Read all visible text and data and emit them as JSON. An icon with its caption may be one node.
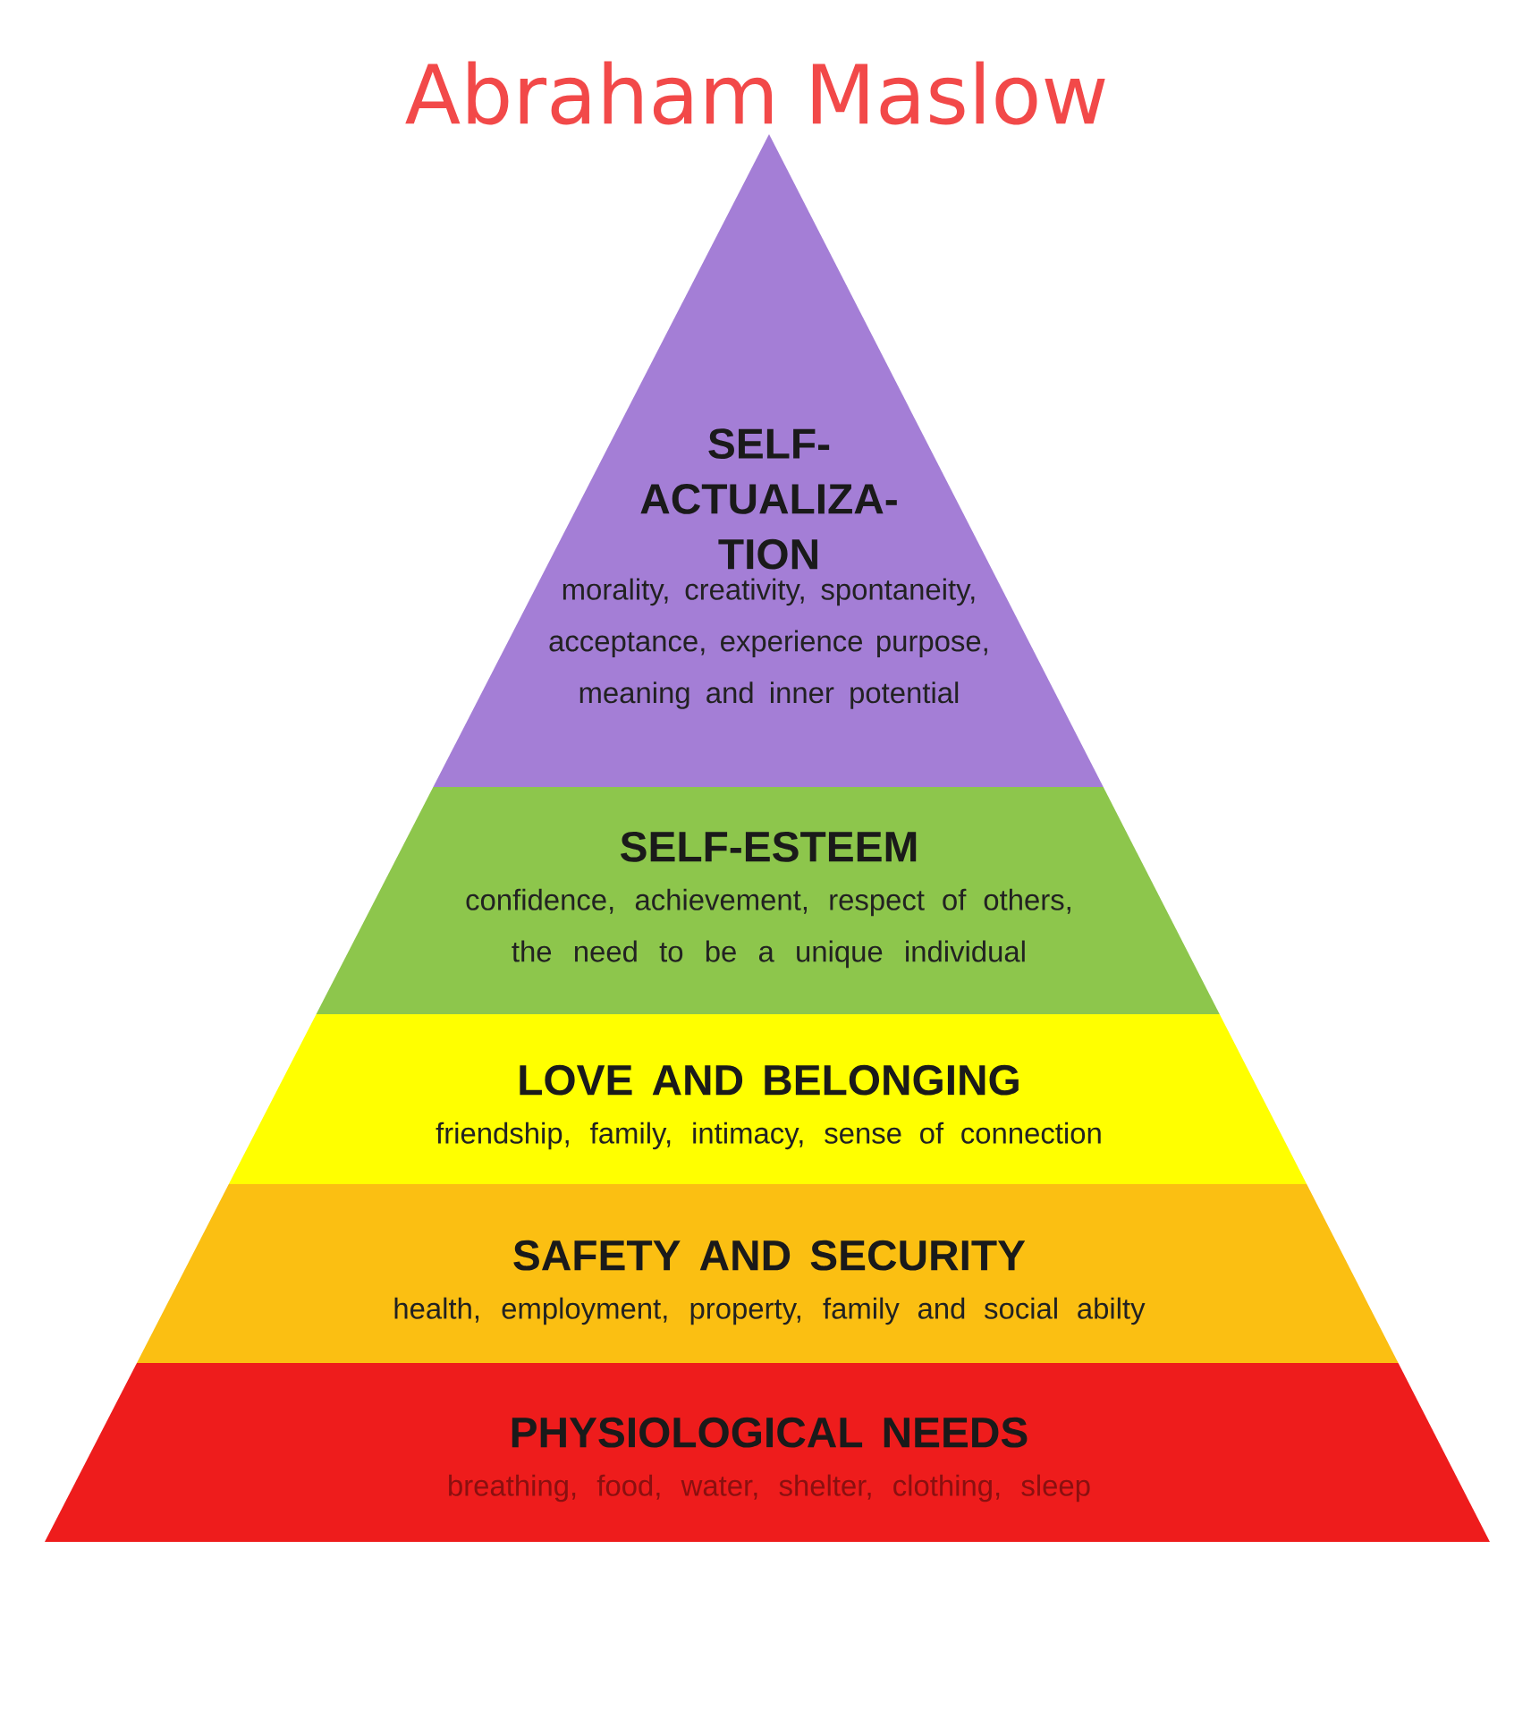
{
  "diagram": {
    "title": "Abraham Maslow",
    "nodes": [
      {
        "text": [
          "SELF- ACTUALIZA- TION",
          "morality, creativity, spontaneity, acceptance, experience purpose, meaning and inner potential"
        ]
      },
      {
        "text": [
          "SELF-ESTEEM",
          "confidence, achievement, respect of others, the need to be a unique individual"
        ]
      },
      {
        "text": [
          "LOVE AND BELONGING",
          "friendship, family, intimacy, sense of connection"
        ]
      },
      {
        "text": [
          "SAFETY AND SECURITY",
          "health, employment, property, family and social abilty"
        ]
      },
      {
        "text": [
          "PHYSIOLOGICAL NEEDS",
          "breathing, food, water, shelter, clothing, sleep"
        ]
      }
    ],
    "edges": []
  }
}
